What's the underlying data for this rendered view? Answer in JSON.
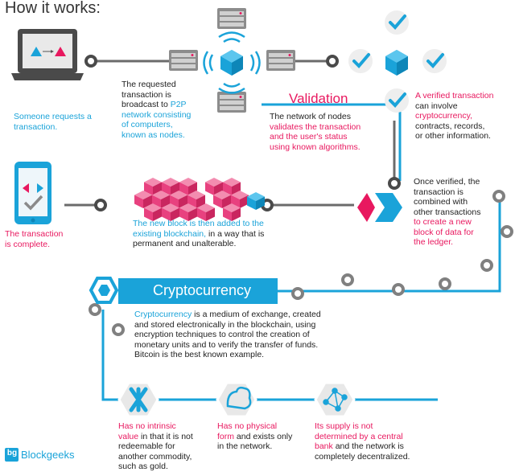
{
  "header": {
    "title": "How it works:"
  },
  "steps": {
    "s1": {
      "text": "Someone requests a transaction."
    },
    "s2": {
      "line1": "The requested",
      "line2a": "transaction is",
      "line2b": "broadcast to ",
      "p2p": "P2P",
      "line3": "network consisting",
      "line4": "of computers,",
      "line5": "known as nodes."
    },
    "validation_title": "Validation",
    "s3": {
      "a": "The network of nodes",
      "b": "validates the transaction",
      "c": "and the user's status",
      "d": "using known algorithms."
    },
    "s4": {
      "a": "A verified transaction",
      "b": "can involve",
      "c": "cryptocurrency,",
      "d": "contracts, records,",
      "e": "or other information."
    },
    "s5": {
      "a": "Once verified, the",
      "b": "transaction is",
      "c": "combined with",
      "d": "other transactions",
      "e": "to create a new",
      "f": "block of data for",
      "g": "the ledger."
    },
    "s6": {
      "a": "The new block is then added to the",
      "b": "existing blockchain,",
      "b2": " in a way that is",
      "c": "permanent and unalterable."
    },
    "s7": {
      "a": "The transaction",
      "b": "is complete."
    }
  },
  "crypto": {
    "title": "Cryptocurrency",
    "desc_keyword": "Cryptocurrency",
    "desc_l1": " is a medium of exchange, created",
    "desc_l2": "and stored electronically in the blockchain, using",
    "desc_l3": "encryption techniques to control the creation of",
    "desc_l4": "monetary units and to verify the transfer of funds.",
    "desc_l5": "Bitcoin is the best known example."
  },
  "features": [
    {
      "pink": "Has no intrinsic",
      "pink2": "value",
      "dark": " in that it is not",
      "l3": "redeemable for",
      "l4": "another commodity,",
      "l5": "such as gold."
    },
    {
      "pink": "Has no physical",
      "pink2": "form",
      "dark": " and exists only",
      "l3": "in the network."
    },
    {
      "pink": "Its supply is not",
      "pink2": "determined by a central",
      "pink3": "bank",
      "dark": " and the network is",
      "l4": "completely decentralized."
    }
  ],
  "brand": {
    "name": "Blockgeeks",
    "logo": "bg"
  },
  "colors": {
    "cyan": "#1aa3d9",
    "pink": "#e8185f",
    "grey": "#7a7a7a"
  }
}
